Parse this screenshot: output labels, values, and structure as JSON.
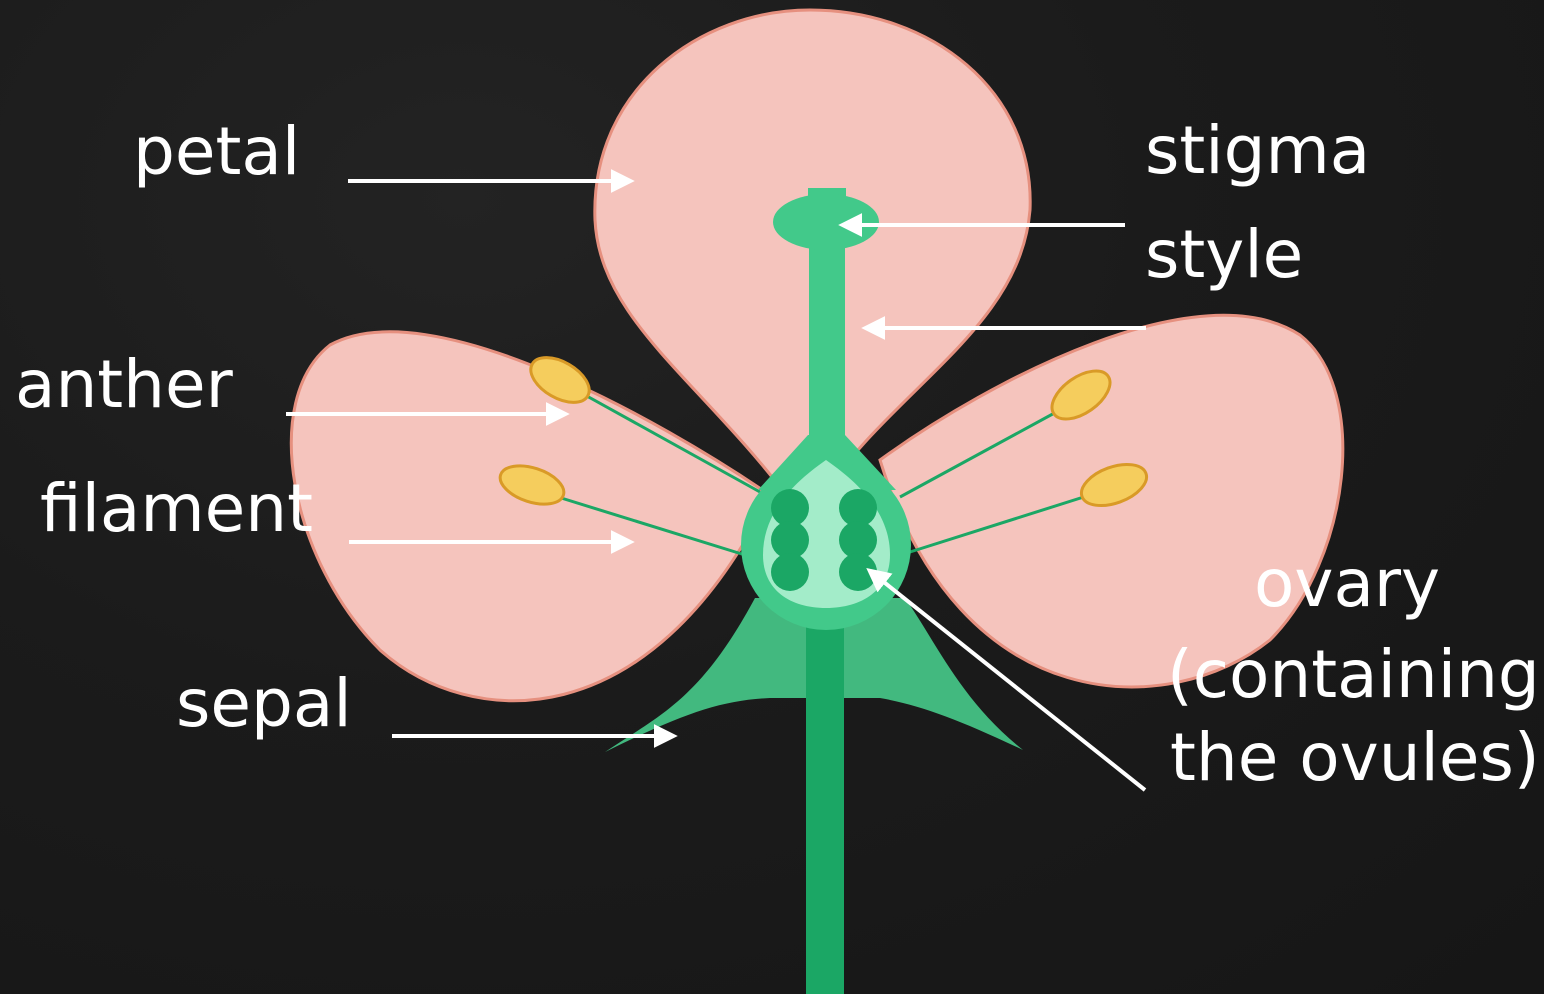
{
  "labels": {
    "petal": "petal",
    "stigma": "stigma",
    "style": "style",
    "anther": "anther",
    "filament": "filament",
    "sepal": "sepal",
    "ovary_line1": "ovary",
    "ovary_line2": "(containing",
    "ovary_line3": "the ovules)"
  },
  "colors": {
    "background": "#1a1a1a",
    "petal_fill": "#f5c4bd",
    "petal_stroke": "#e6907f",
    "green_light": "#42c98a",
    "green_dark": "#1ba765",
    "ovary_inner": "#a3ecc9",
    "ovule": "#1ba765",
    "anther_fill": "#f5cd5d",
    "anther_stroke": "#d99a27",
    "label_text": "#ffffff",
    "arrow": "#ffffff"
  }
}
